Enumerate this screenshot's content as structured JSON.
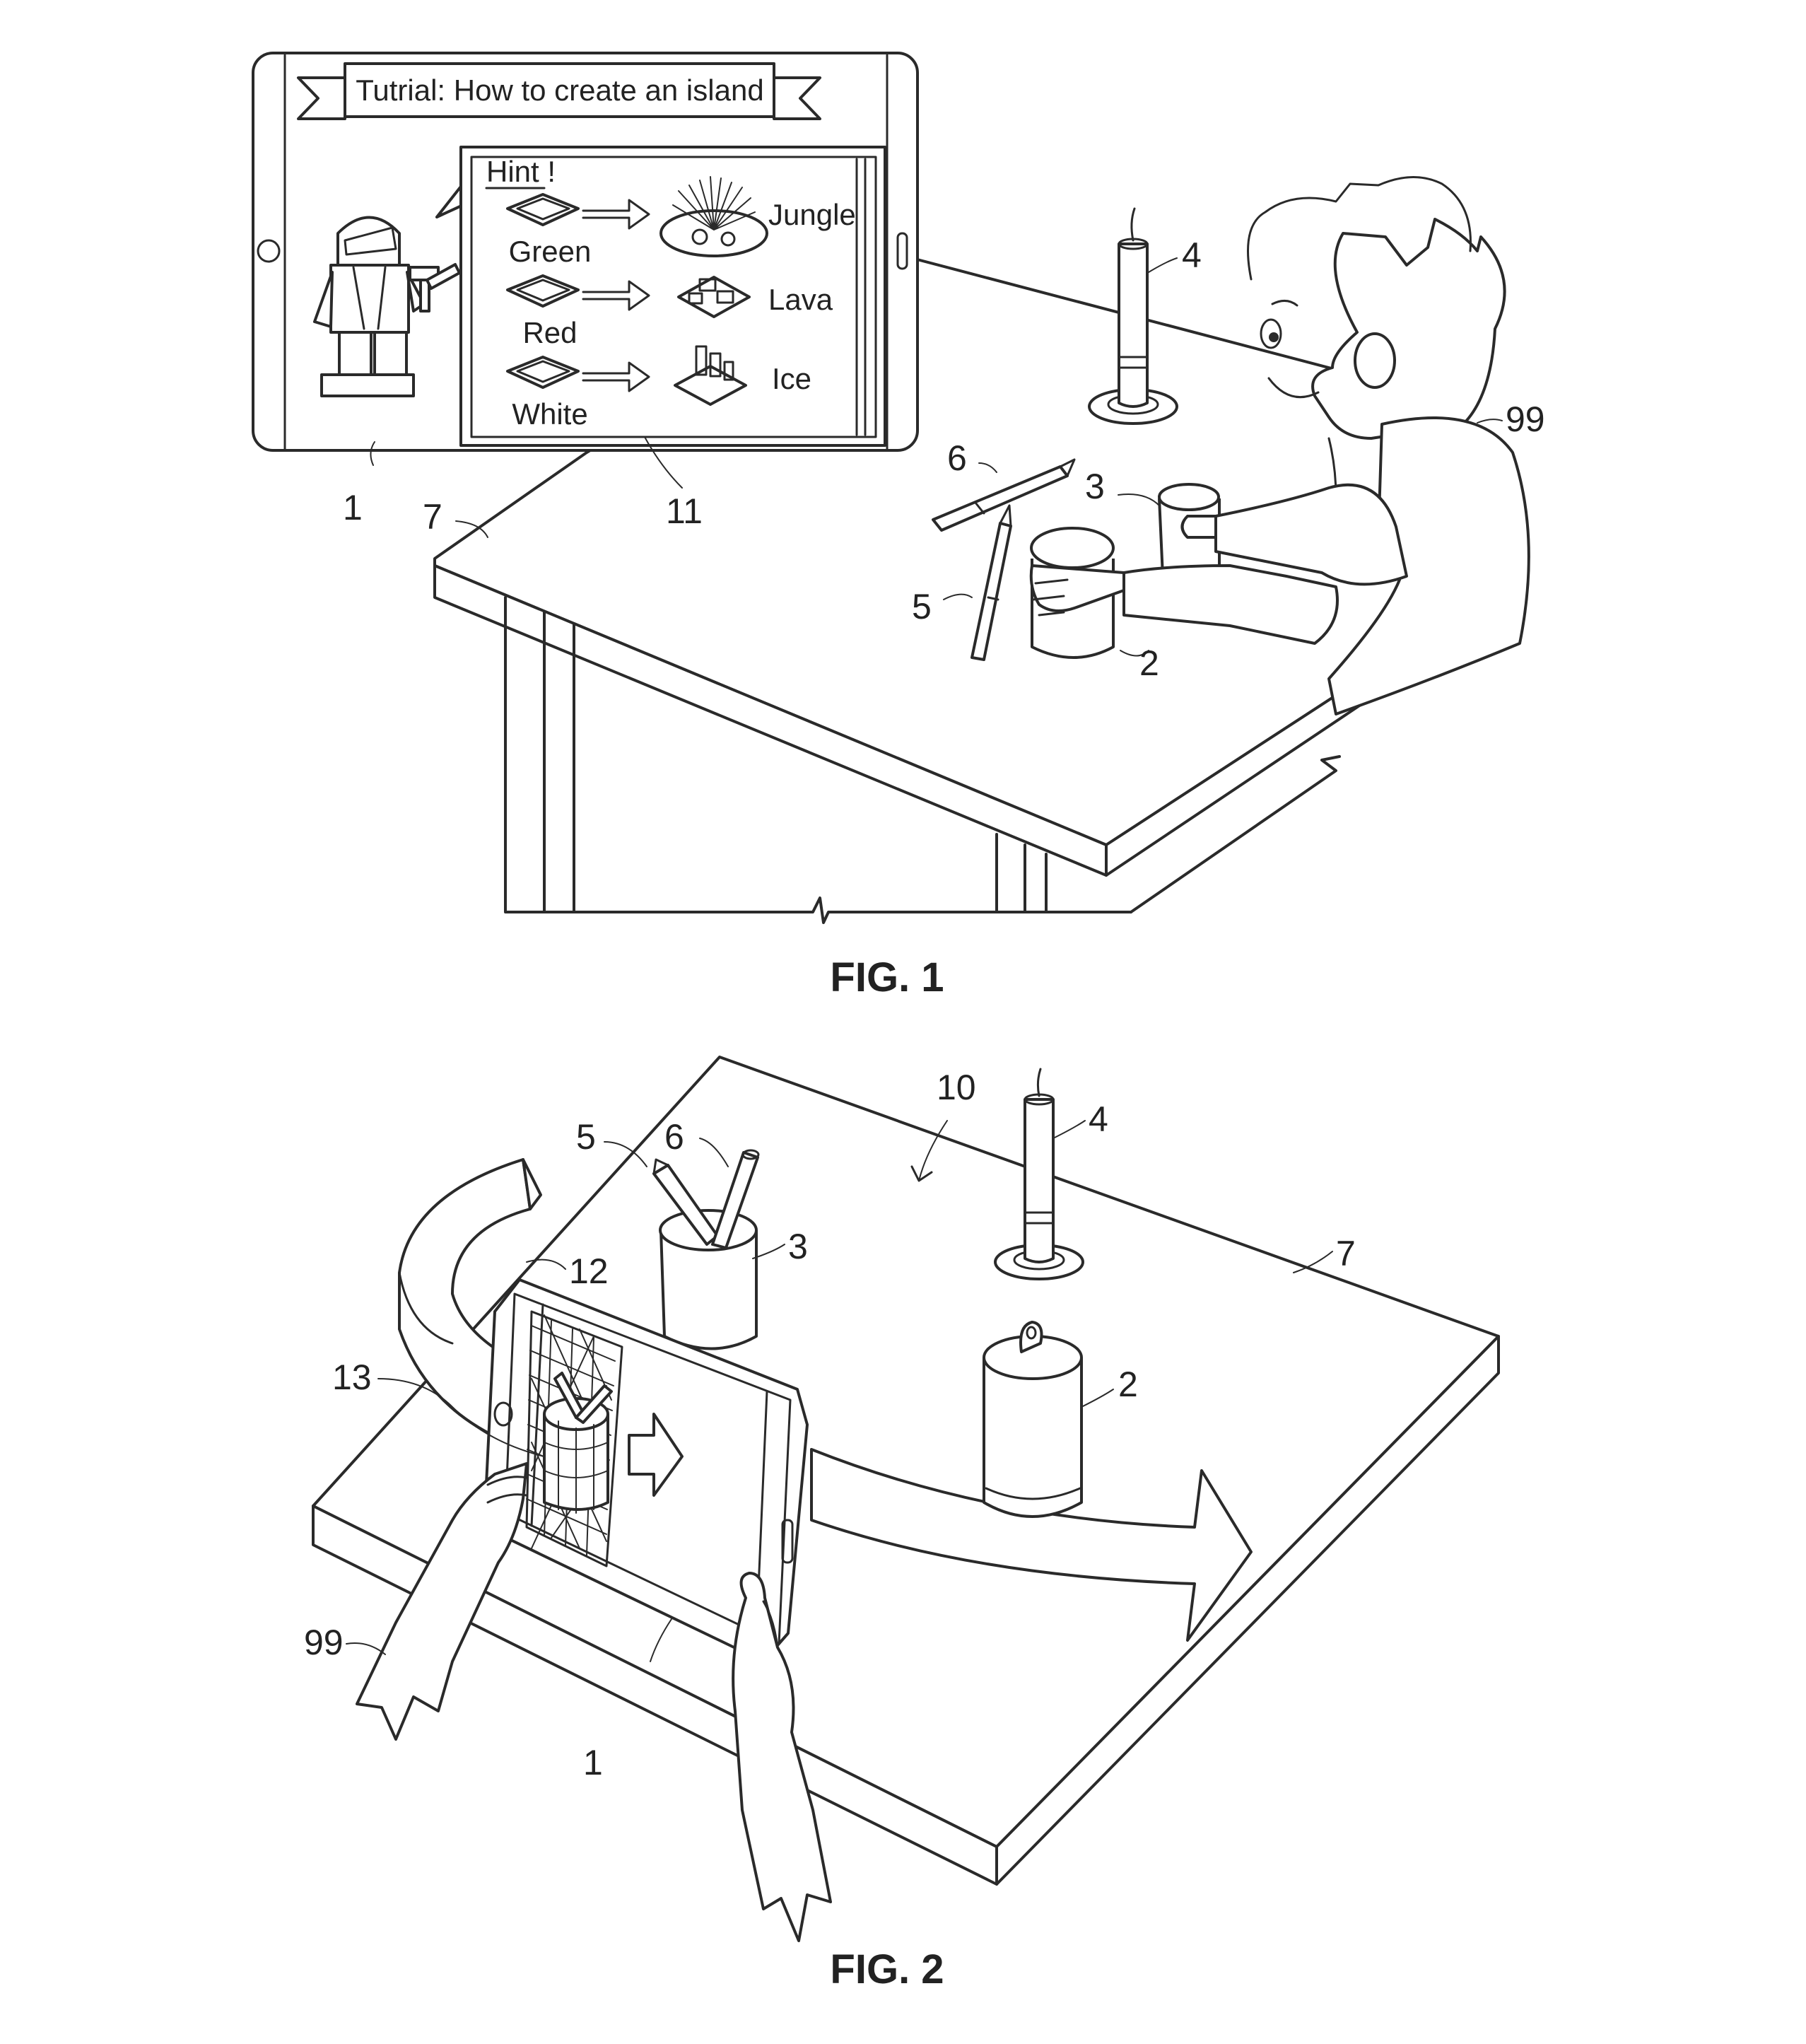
{
  "tablet_screen": {
    "banner_title": "Tutrial: How to create an island",
    "hint_title": "Hint !",
    "hints": [
      {
        "brick": "Green",
        "result": "Jungle"
      },
      {
        "brick": "Red",
        "result": "Lava"
      },
      {
        "brick": "White",
        "result": "Ice"
      }
    ]
  },
  "fig1": {
    "caption": "FIG. 1",
    "refs": {
      "tablet": "1",
      "can": "2",
      "cup": "3",
      "candle": "4",
      "pencil": "5",
      "pen": "6",
      "table": "7",
      "screen": "11",
      "user": "99"
    }
  },
  "fig2": {
    "caption": "FIG. 2",
    "refs": {
      "tablet": "1",
      "can": "2",
      "cup": "3",
      "candle": "4",
      "pencil": "5",
      "pen": "6",
      "table": "7",
      "scene": "10",
      "path": "12",
      "virtual_model": "13",
      "user": "99"
    }
  }
}
